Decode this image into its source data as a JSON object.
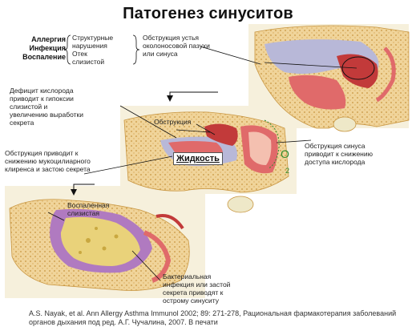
{
  "title": "Патогенез синуситов",
  "causes": [
    "Аллергия",
    "Инфекция",
    "Воспаление"
  ],
  "structural": [
    "Структурные",
    "нарушения",
    "Отек",
    "слизистой"
  ],
  "obstruction_ostium": [
    "Обструкция устья",
    "околоносовой пазухи",
    "или синуса"
  ],
  "oxygen_deficit": [
    "Дефицит кислорода",
    "приводит к  гипоксии",
    "слизистой  и",
    "увеличению выработки",
    "секрета"
  ],
  "obstruction_label": "Обструкция",
  "sinus_obstruction": [
    "Обструкция синуса",
    "приводит к снижению",
    "доступа кислорода"
  ],
  "mucociliary": [
    "Обструкция приводит к",
    "снижению  мукоцилиарного",
    "клиренса и застою секрета"
  ],
  "fluid_label": "Жидкость",
  "o2": {
    "letter": "O",
    "sub": "2"
  },
  "inflamed_mucosa": [
    "Воспаленная",
    "слизистая"
  ],
  "bacterial": [
    "Бактериальная",
    "инфекция или застой",
    "секрета приводят к",
    "острому синуситу"
  ],
  "citation": [
    "A.S. Nayak, et al. Ann Allergy Asthma Immunol 2002; 89: 271-278, Рациональная фармакотерапия заболеваний",
    "органов дыхания под ред. А.Г. Чучалина, 2007. В печати"
  ],
  "colors": {
    "bone": "#f0d49a",
    "bone_dots": "#c8953f",
    "mucosa": "#e06a6a",
    "cavity": "#b8b8d8",
    "pus": "#e9d27a",
    "inflamed": "#b07ac0",
    "panel": "#f6f0dc"
  }
}
